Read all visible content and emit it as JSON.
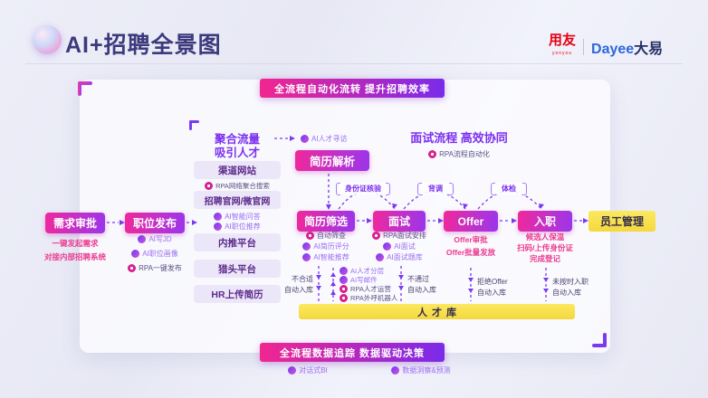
{
  "header": {
    "title": "AI+招聘全景图",
    "logo": {
      "yonyou": "用友",
      "yonyou_sub": "yonyou",
      "dayee_en": "Dayee",
      "dayee_cn": "大易"
    }
  },
  "top_banner": {
    "label": "全流程自动化流转 提升招聘效率"
  },
  "approval": {
    "label": "需求审批",
    "notes": [
      "一键发起需求",
      "对接内部招聘系统"
    ]
  },
  "posting": {
    "label": "职位发布",
    "features": [
      {
        "icon": "ai-icon",
        "label": "AI写JD"
      },
      {
        "icon": "ai-icon",
        "label": "AI职位画像"
      },
      {
        "icon": "rpa-icon",
        "label": "RPA一键发布"
      }
    ]
  },
  "channels": {
    "title_line1": "聚合流量",
    "title_line2": "吸引人才",
    "items": [
      {
        "label": "渠道网站",
        "features": [
          {
            "icon": "rpa-icon",
            "label": "RPA网络聚合搜索"
          }
        ]
      },
      {
        "label": "招聘官网/微官网",
        "features": [
          {
            "icon": "ai-icon",
            "label": "AI智能问答"
          },
          {
            "icon": "ai-icon",
            "label": "AI职位推荐"
          }
        ]
      },
      {
        "label": "内推平台",
        "features": []
      },
      {
        "label": "猎头平台",
        "features": []
      },
      {
        "label": "HR上传简历",
        "features": []
      }
    ]
  },
  "sourcing": {
    "icon": "ai-icon",
    "label": "AI人才寻访"
  },
  "parsing": {
    "label": "简历解析"
  },
  "interview_collab": {
    "title": "面试流程 高效协同",
    "feature": {
      "icon": "rpa-icon",
      "label": "RPA流程自动化"
    }
  },
  "flow": {
    "stages": [
      {
        "label": "简历筛选",
        "features": [
          {
            "icon": "rpa-icon",
            "label": "自动筛查"
          },
          {
            "icon": "ai-icon",
            "label": "AI简历评分"
          },
          {
            "icon": "ai-icon",
            "label": "AI智能推荐"
          }
        ],
        "drops": [
          "不合适",
          "自动入库"
        ]
      },
      {
        "label": "面试",
        "features": [
          {
            "icon": "rpa-icon",
            "label": "RPA面试安排"
          },
          {
            "icon": "ai-icon",
            "label": "AI面试"
          },
          {
            "icon": "ai-icon",
            "label": "AI面试题库"
          }
        ],
        "drops": [
          "不通过",
          "自动入库"
        ]
      },
      {
        "label": "Offer",
        "notes": [
          "Offer审批",
          "Offer批量发放"
        ],
        "drops": [
          "拒绝Offer",
          "自动入库"
        ]
      },
      {
        "label": "入职",
        "notes": [
          "候选人保温",
          "扫码/上传身份证",
          "完成登记"
        ],
        "drops": [
          "未按时入职",
          "自动入库"
        ]
      }
    ],
    "final": {
      "label": "员工管理"
    },
    "arcs": [
      "身份证核验",
      "背调",
      "体检"
    ]
  },
  "pool": {
    "label": "人才库",
    "activation": [
      {
        "icon": "ai-icon",
        "label": "AI人才分层"
      },
      {
        "icon": "ai-icon",
        "label": "AI写邮件"
      },
      {
        "icon": "rpa-icon",
        "label": "RPA人才运营"
      },
      {
        "icon": "rpa-icon",
        "label": "RPA外呼机器人"
      }
    ]
  },
  "bottom_banner": {
    "label": "全流程数据追踪 数据驱动决策"
  },
  "insights": [
    {
      "icon": "ai-icon",
      "label": "对话式BI"
    },
    {
      "icon": "ai-icon",
      "label": "数据洞察&预测"
    }
  ],
  "colors": {
    "accent_gradient_start": "#f2268f",
    "accent_gradient_end": "#7a2bea",
    "highlight_yellow": "#f7dd45",
    "purple_title": "#7b2ff0",
    "pink_text": "#ea3a8f",
    "connector_purple": "#7a3bf0",
    "brand_red": "#e60012",
    "brand_blue": "#2e68d9",
    "title_navy": "#3c3a7d"
  }
}
